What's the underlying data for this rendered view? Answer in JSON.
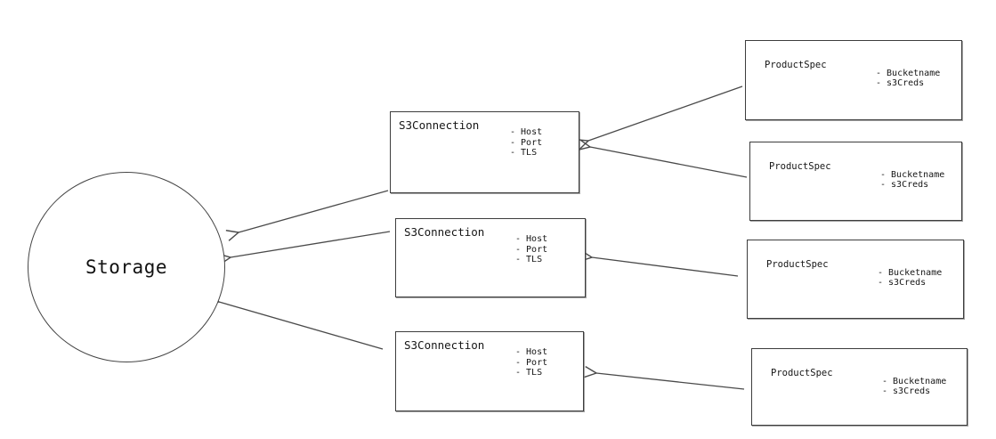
{
  "storage": {
    "label": "Storage"
  },
  "s3_connections": [
    {
      "title": "S3Connection",
      "attributes": [
        "- Host",
        "- Port",
        "- TLS"
      ]
    },
    {
      "title": "S3Connection",
      "attributes": [
        "- Host",
        "- Port",
        "- TLS"
      ]
    },
    {
      "title": "S3Connection",
      "attributes": [
        "- Host",
        "- Port",
        "- TLS"
      ]
    }
  ],
  "product_specs": [
    {
      "title": "ProductSpec",
      "attributes": [
        "- Bucketname",
        "- s3Creds"
      ]
    },
    {
      "title": "ProductSpec",
      "attributes": [
        "- Bucketname",
        "- s3Creds"
      ]
    },
    {
      "title": "ProductSpec",
      "attributes": [
        "- Bucketname",
        "- s3Creds"
      ]
    },
    {
      "title": "ProductSpec",
      "attributes": [
        "- Bucketname",
        "- s3Creds"
      ]
    }
  ],
  "edges": [
    {
      "from": "ProductSpec 1",
      "to": "S3Connection 1"
    },
    {
      "from": "ProductSpec 2",
      "to": "S3Connection 1"
    },
    {
      "from": "ProductSpec 3",
      "to": "S3Connection 2"
    },
    {
      "from": "ProductSpec 4",
      "to": "S3Connection 3"
    },
    {
      "from": "S3Connection 1",
      "to": "Storage"
    },
    {
      "from": "S3Connection 2",
      "to": "Storage"
    },
    {
      "from": "S3Connection 3",
      "to": "Storage"
    }
  ],
  "colors": {
    "background": "#ffffff",
    "box_border": "#3d3d3d",
    "edge_stroke": "#4a4a4a",
    "text": "#161616"
  }
}
